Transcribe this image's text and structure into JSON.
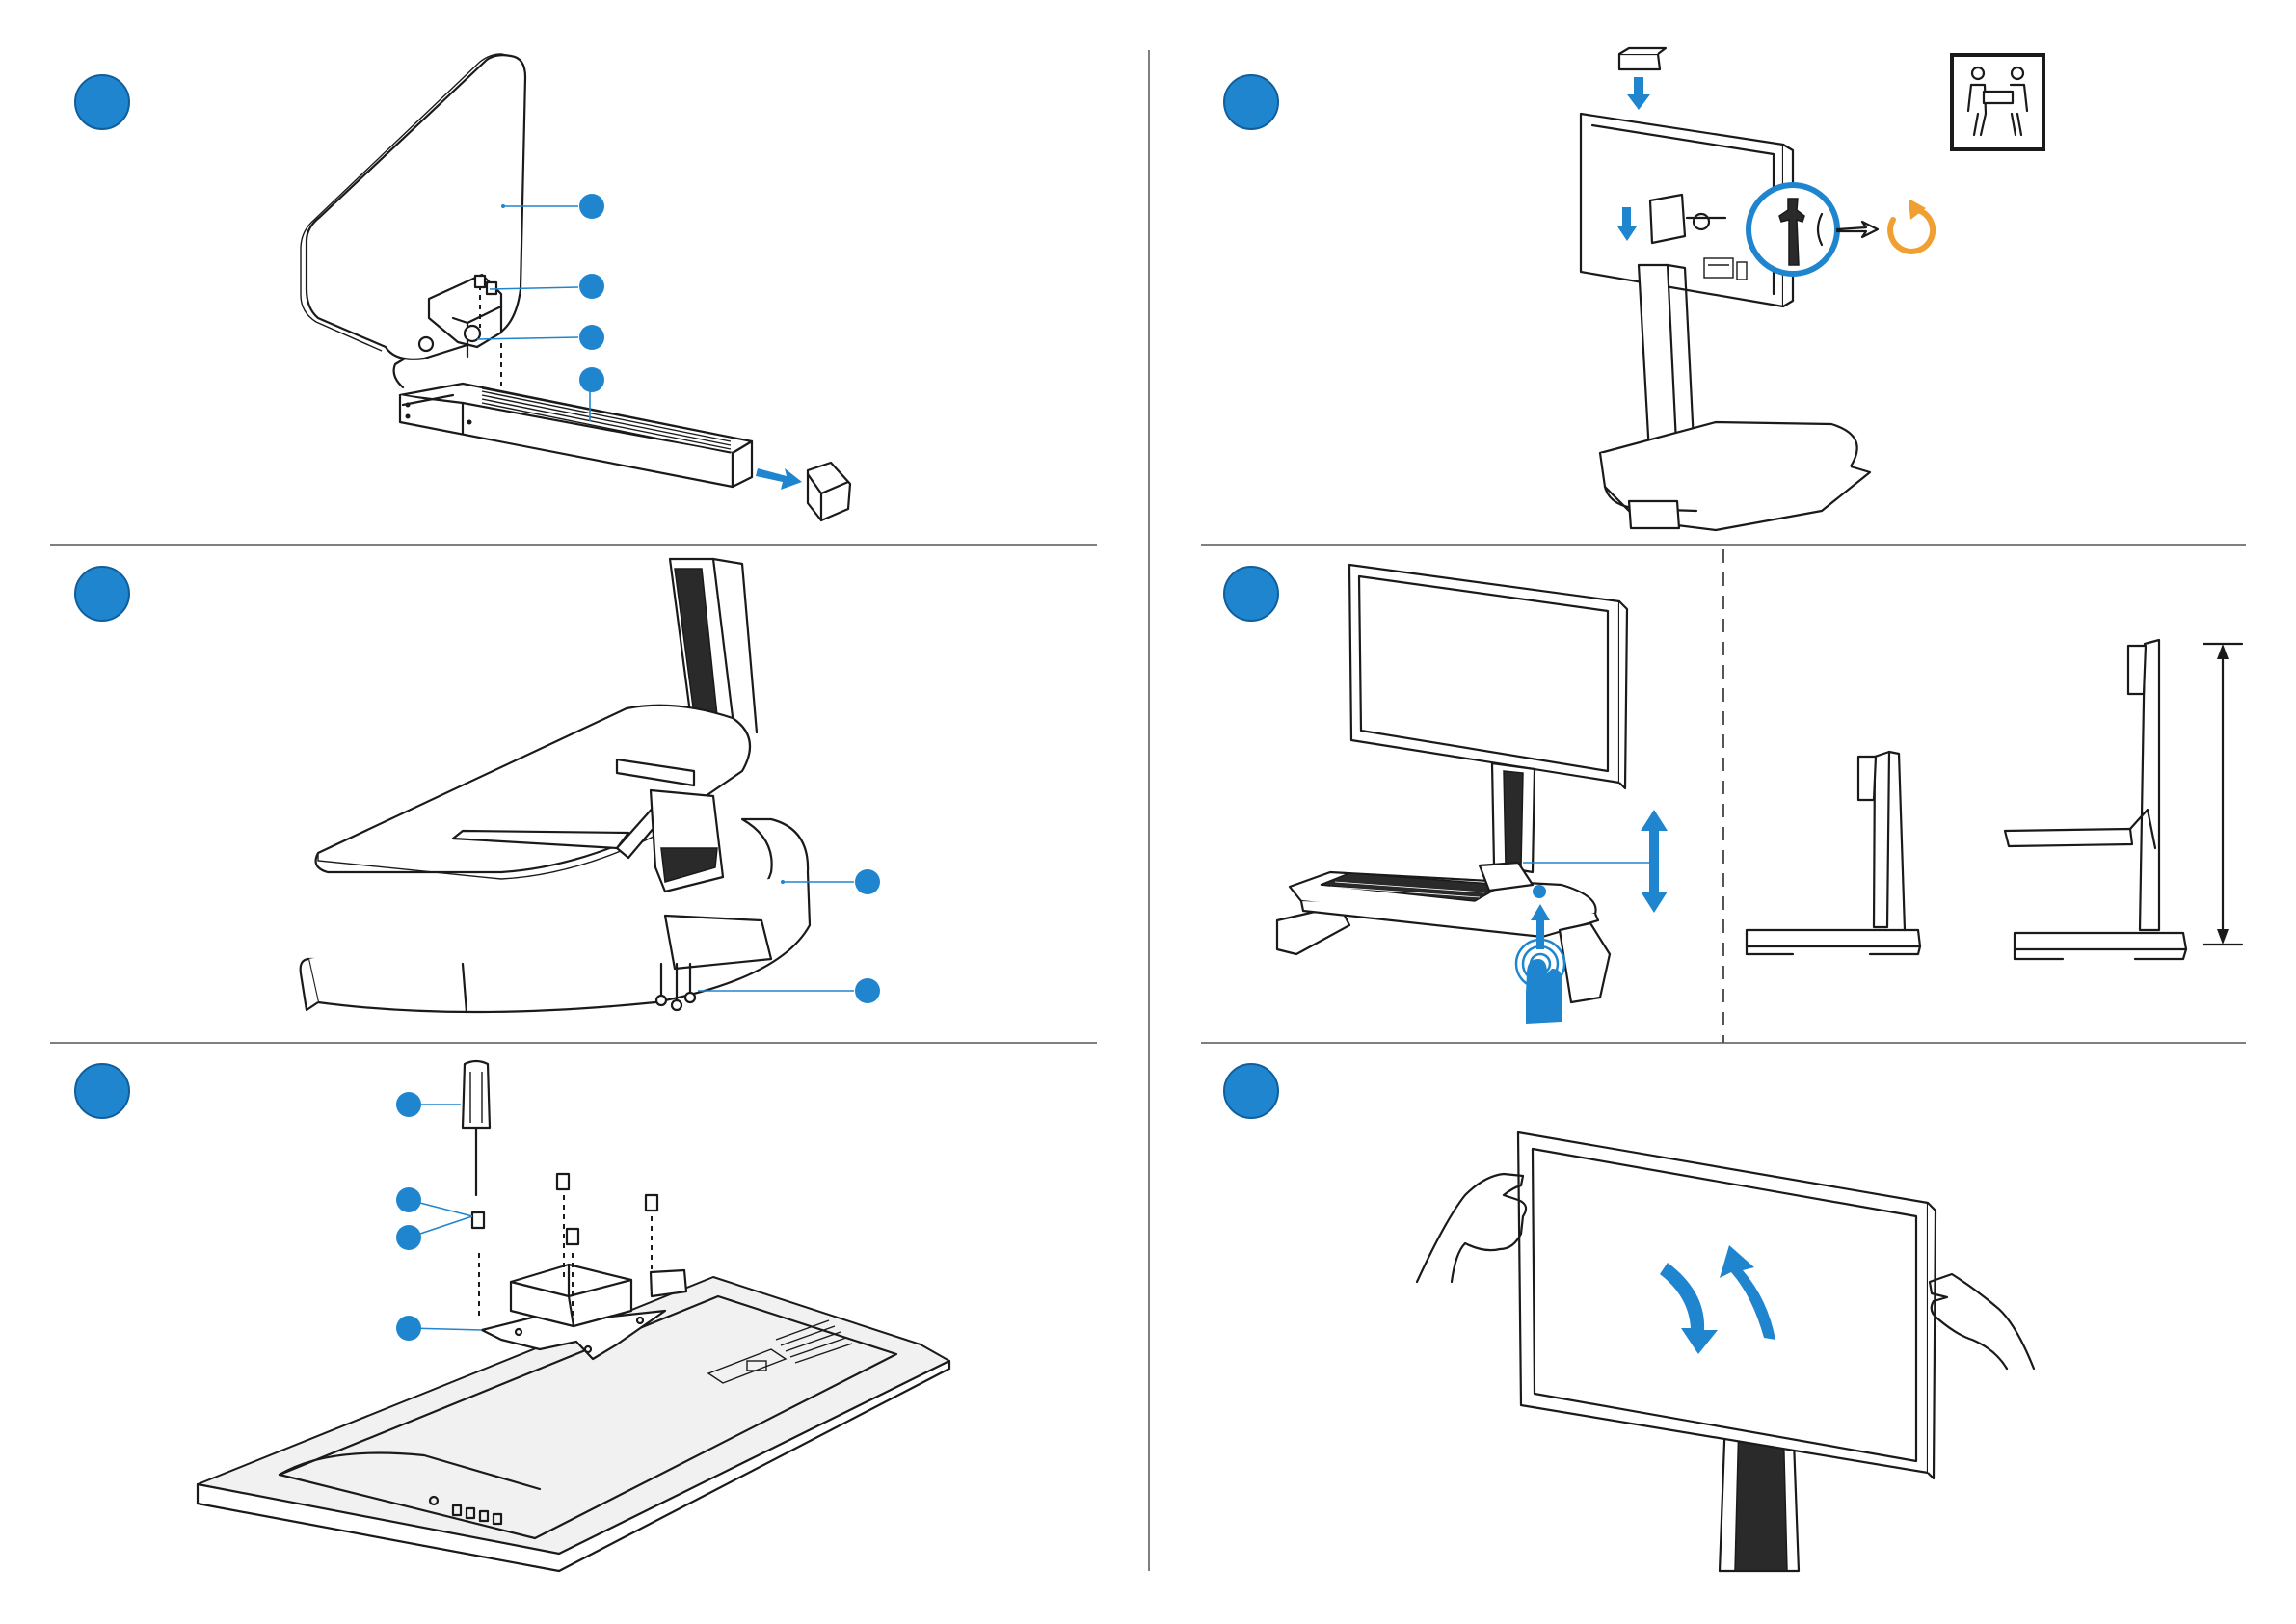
{
  "document": {
    "type": "assembly-instructions",
    "panels": [
      {
        "id": "remove-end-cap",
        "callouts": 4
      },
      {
        "id": "mount-keyboard-tray",
        "callouts": 2
      },
      {
        "id": "attach-vesa-plate",
        "callouts": 3
      },
      {
        "id": "hang-monitor",
        "callouts": 0,
        "icons": [
          "two-person-lift-icon",
          "rotate-icon"
        ]
      },
      {
        "id": "adjust-height",
        "callouts": 0,
        "icons": [
          "up-down-arrow-icon",
          "press-button-icon"
        ]
      },
      {
        "id": "rotate-monitor",
        "callouts": 0,
        "icons": [
          "rotate-arrows-icon"
        ]
      }
    ]
  },
  "colors": {
    "accent": "#1f85cf",
    "warning": "#f0a030",
    "line": "#1a1a1a"
  }
}
